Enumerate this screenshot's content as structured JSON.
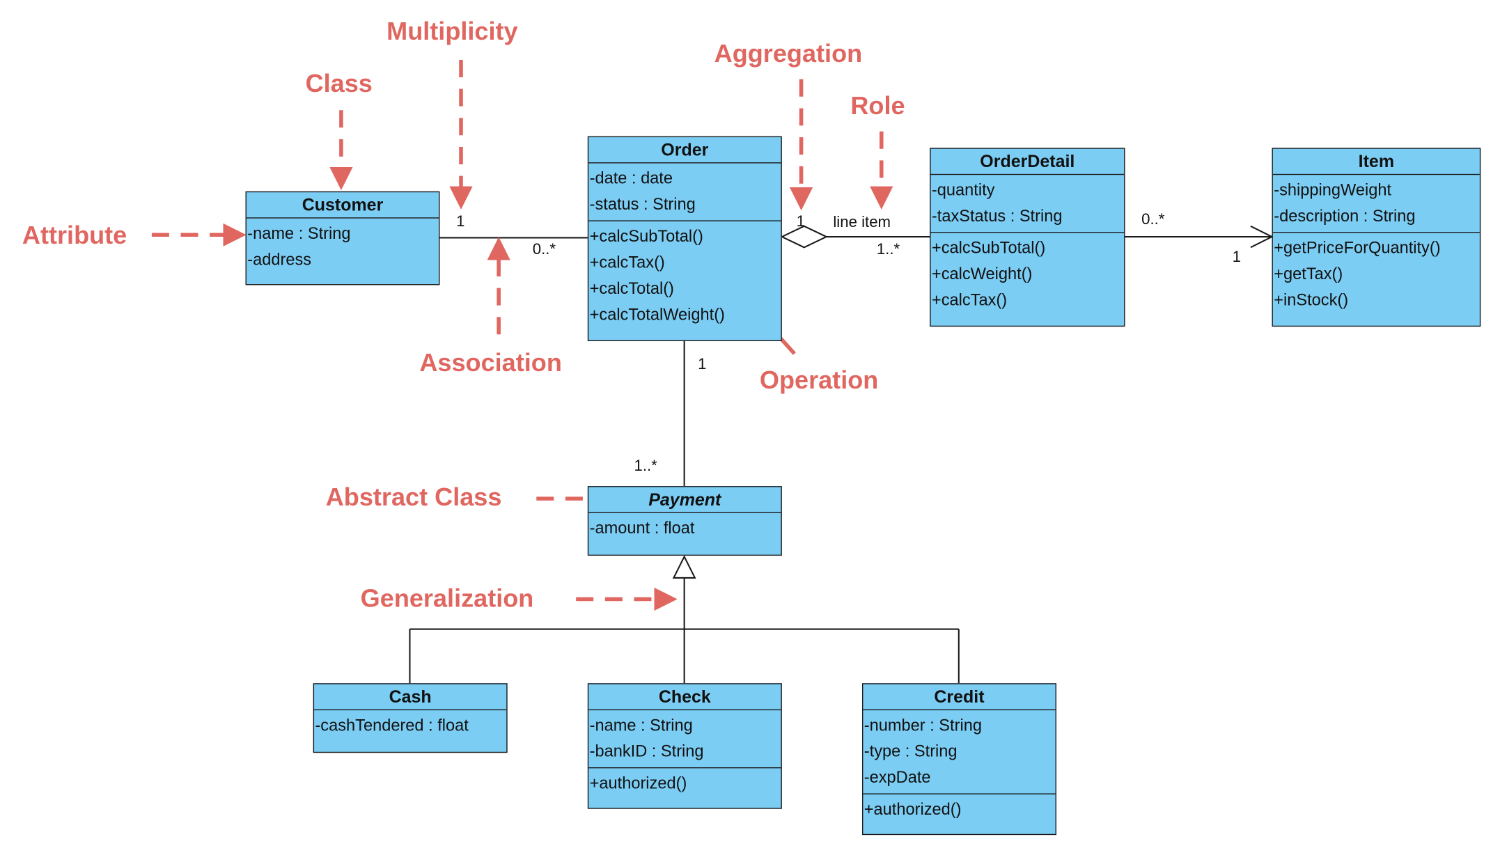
{
  "classes": {
    "customer": {
      "name": "Customer",
      "attributes": [
        "-name : String",
        "-address"
      ]
    },
    "order": {
      "name": "Order",
      "attributes": [
        "-date : date",
        "-status : String"
      ],
      "operations": [
        "+calcSubTotal()",
        "+calcTax()",
        "+calcTotal()",
        "+calcTotalWeight()"
      ]
    },
    "order_detail": {
      "name": "OrderDetail",
      "attributes": [
        "-quantity",
        "-taxStatus : String"
      ],
      "operations": [
        "+calcSubTotal()",
        "+calcWeight()",
        "+calcTax()"
      ]
    },
    "item": {
      "name": "Item",
      "attributes": [
        "-shippingWeight",
        "-description : String"
      ],
      "operations": [
        "+getPriceForQuantity()",
        "+getTax()",
        "+inStock()"
      ]
    },
    "payment": {
      "name": "Payment",
      "attributes": [
        "-amount : float"
      ]
    },
    "cash": {
      "name": "Cash",
      "attributes": [
        "-cashTendered : float"
      ]
    },
    "check": {
      "name": "Check",
      "attributes": [
        "-name : String",
        "-bankID : String"
      ],
      "operations": [
        "+authorized()"
      ]
    },
    "credit": {
      "name": "Credit",
      "attributes": [
        "-number : String",
        "-type : String",
        "-expDate"
      ],
      "operations": [
        "+authorized()"
      ]
    }
  },
  "multiplicities": {
    "customer_end": "1",
    "order_customer_end": "0..*",
    "order_detail_aggregate_end": "1",
    "order_detail_part_end": "1..*",
    "role": "line item",
    "detail_item_end": "0..*",
    "item_end": "1",
    "order_payment_end": "1",
    "payment_end": "1..*"
  },
  "annotations": {
    "multiplicity": "Multiplicity",
    "class": "Class",
    "attribute": "Attribute",
    "association": "Association",
    "aggregation": "Aggregation",
    "role": "Role",
    "operation": "Operation",
    "abstract_class": "Abstract Class",
    "generalization": "Generalization"
  },
  "colors": {
    "class_fill": "#7ccdf4",
    "class_border": "#1a1a1a",
    "annotation": "#e06660",
    "connector": "#1a1a1a"
  }
}
